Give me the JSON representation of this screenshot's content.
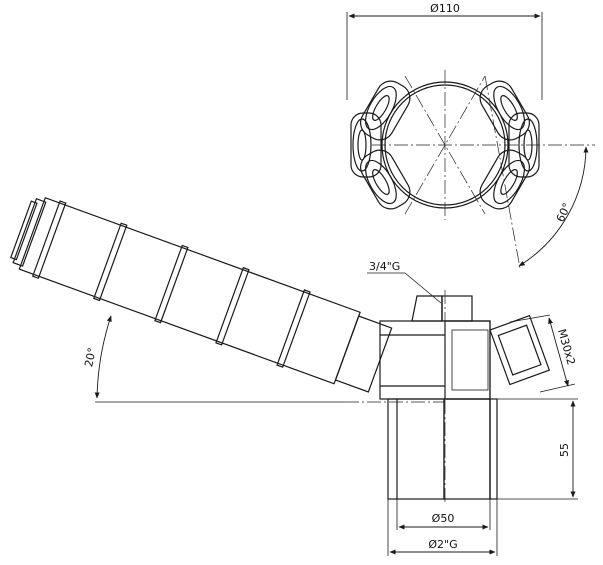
{
  "dimensions": {
    "top_diameter": "Ø110",
    "angle_top": "60°",
    "thread_top": "3/4\"G",
    "side_thread": "M30x2",
    "angle_filter": "20°",
    "height": "55",
    "bottom_diameter": "Ø50",
    "pipe_thread": "Ø2\"G"
  },
  "colors": {
    "line": "#1a1a1a",
    "background": "#ffffff",
    "hatch_fill": "#f0f0f0"
  }
}
